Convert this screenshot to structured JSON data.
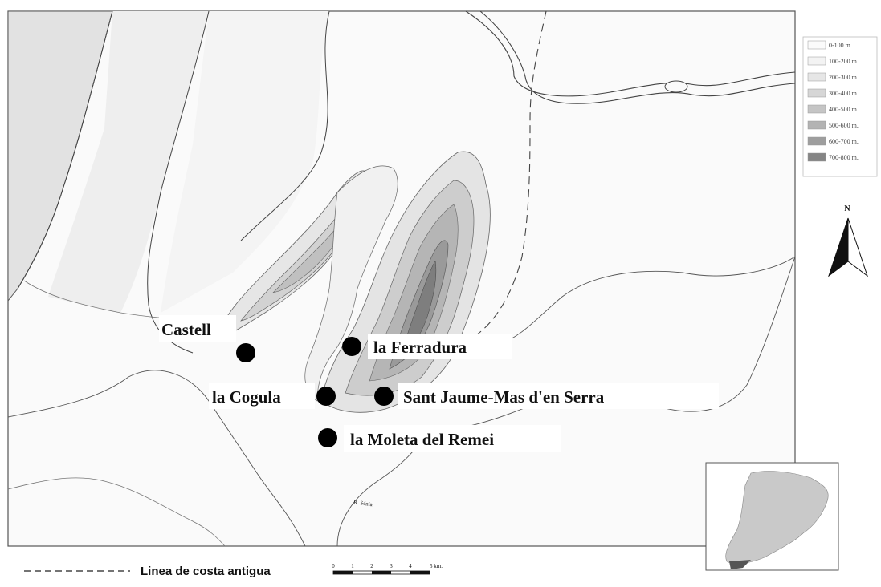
{
  "legend": {
    "title": "",
    "items": [
      {
        "label": "0-100 m.",
        "color": "#fbfbfb"
      },
      {
        "label": "100-200 m.",
        "color": "#f3f3f3"
      },
      {
        "label": "200-300 m.",
        "color": "#e6e6e6"
      },
      {
        "label": "300-400 m.",
        "color": "#d6d6d6"
      },
      {
        "label": "400-500 m.",
        "color": "#c5c5c5"
      },
      {
        "label": "500-600 m.",
        "color": "#b3b3b3"
      },
      {
        "label": "600-700 m.",
        "color": "#9e9e9e"
      },
      {
        "label": "700-800 m.",
        "color": "#858585"
      }
    ]
  },
  "north": {
    "label": "N",
    "icon": "north-arrow-icon"
  },
  "sites": [
    {
      "name": "Castell"
    },
    {
      "name": "la Ferradura"
    },
    {
      "name": "la Cogula"
    },
    {
      "name": "Sant Jaume-Mas d'en Serra"
    },
    {
      "name": "la Moleta del Remei"
    }
  ],
  "coast_legend": {
    "label": "Linea de costa antigua"
  },
  "scale": {
    "ticks": [
      "0",
      "1",
      "2",
      "3",
      "4",
      "5 km."
    ]
  },
  "river_label": "R. Sénia",
  "inset": {
    "name": "catalonia-locator-inset"
  },
  "colors": {
    "relief_dark": "#6e6e6e",
    "line": "#333333",
    "site_marker": "#000000"
  }
}
